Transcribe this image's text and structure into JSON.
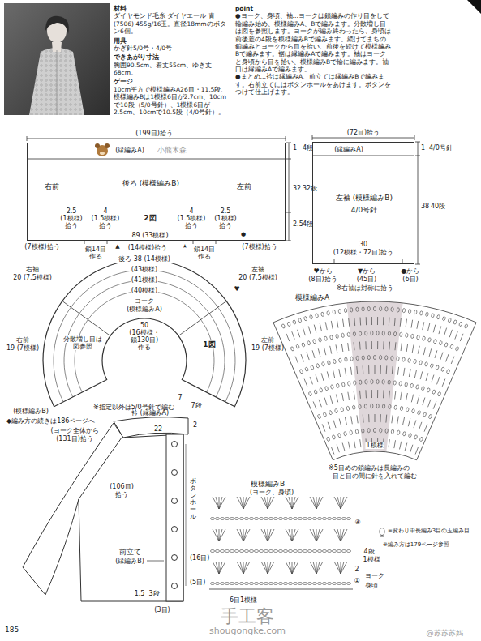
{
  "diagram": {
    "nodes": [
      {
        "text": [
          "右前",
          "後ろ (模様編みB)",
          "左前"
        ]
      },
      {
        "text": [
          "左袖 (模様編みB)",
          "4/0号針"
        ]
      },
      {
        "text": [
          "ヨーク (模様編みA)"
        ]
      }
    ],
    "labels": [
      "材料",
      "ダイヤモンド毛糸 ダイヤエール 青 (7506) 455g/16玉。直径18mmのボタン6個。",
      "用具",
      "かぎ針5/0号・4/0号",
      "できあがり寸法",
      "胸囲90.5cm、着丈55cm、ゆき丈68cm。",
      "ゲージ",
      "10cm平方で模様編みA26目・11.5段、模様編みBは1模様6目が2.7cm、10cmで10段（5/0号針）、1模様6目が2.5cm、10cmで10.5段（4/0号針）。",
      "point",
      "●ヨーク、身頃、袖…ヨークは鎖編みの作り目をして輪編み始め、模様編みA、Bで編みます。分散増し目は図を参照します。ヨークが編み終わったら、身頃は前後差の4段を模様編みBで編みます。続けてまちの鎖編みとヨークから目を拾い、前後を続けて模様編みBで編みます。裾は縁編みAで編みます。袖はヨークと身頃から目を拾い、模様編みBで輪に編みます。袖口は縁編みAで編みます。",
      "●まとめ…衿は縁編みA、前立ては縁編みBで編みます。右前立てにはボタンホールをあけます。ボタンをつけて仕上げます。",
      "(199目)拾う",
      "(縁編みA)",
      "小熊木森",
      "1",
      "4段",
      "32",
      "32段",
      "2.5",
      "4段",
      "2.5",
      "(1模様)",
      "拾う",
      "4",
      "(1.5模様)",
      "拾う",
      "4",
      "(1.5模様)",
      "拾う",
      "2.5",
      "(1模様)",
      "拾う",
      "▲",
      "★",
      "●",
      "2図",
      "89 (33模様)",
      "(7模様)拾う",
      "鎖14目",
      "作る",
      "(14模様)拾う",
      "鎖14目",
      "作る",
      "(7模様)拾う",
      "後ろ 38 (14模様)",
      "(43模様)",
      "(41模様)",
      "(40模様)",
      "50",
      "(16模様・",
      "鎖130目)",
      "作る",
      "1図",
      "分散増し目は",
      "図参照",
      "右袖",
      "20 (7.5模様)",
      "♥",
      "左袖",
      "20 (7.5模様)",
      "右前",
      "19 (7模様)",
      "左前",
      "19 (7模様)",
      "7",
      "7段",
      "(模様編みB)",
      "※指定以外は5/0号針で編む",
      "(72目)拾う",
      "(縁編みA)",
      "1",
      "4/0号針",
      "38",
      "40段",
      "30",
      "(12模様・72目)拾う",
      "♥から",
      "(8目)拾う",
      "▼から",
      "(45目)",
      "●から",
      "(6目)",
      "※右袖は対称に拾う",
      "模様編みA",
      "1模様",
      "※5目めの鎖編みは長編みの",
      "目と目の間に針を入れて編む",
      "模様編みB",
      "(ヨーク、身頃)",
      "④",
      "4段",
      "1模様",
      "2",
      "①",
      "ヨーク",
      "身頃",
      "6目1模様",
      "※編み方は179ページ参照",
      "◆編み方の続きは186ページへ",
      "衿 (縁編みA)",
      "22",
      "2",
      "(ヨーク全体から",
      "(131目)拾う",
      "(106目)",
      "拾う",
      "前立て",
      "(縁編みB)",
      "ボタンホール",
      "(16目)",
      "(5目)",
      "1.5",
      "3段",
      "(3目)",
      "185",
      "手工客",
      "shougongke.com",
      "@苏苏苏妈"
    ],
    "legend": [
      {
        "text": "=変わり中長編み3目の玉編み目"
      }
    ]
  }
}
